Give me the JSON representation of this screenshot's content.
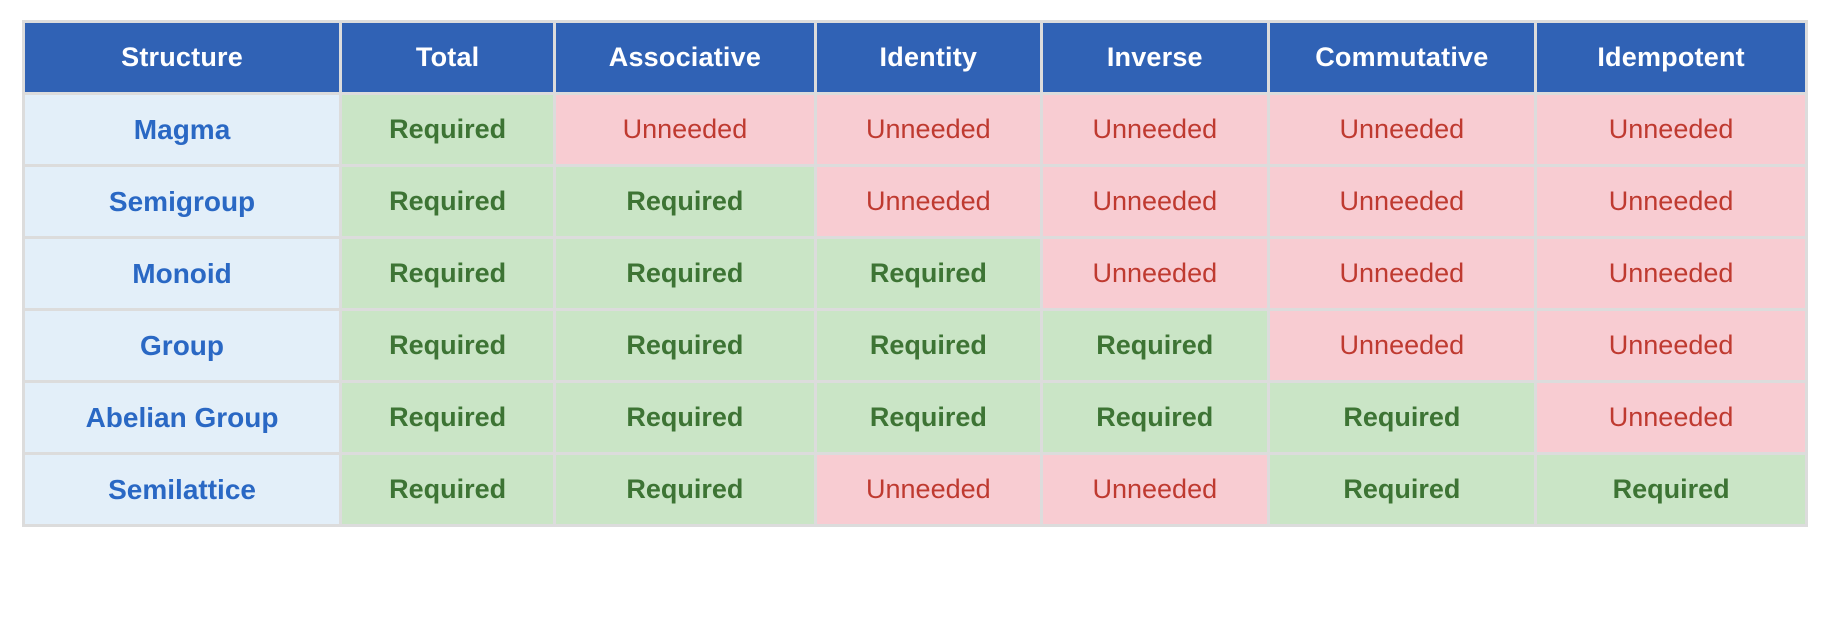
{
  "table": {
    "caption": "",
    "columns": [
      {
        "key": "structure",
        "label": "Structure"
      },
      {
        "key": "total",
        "label": "Total"
      },
      {
        "key": "associative",
        "label": "Associative"
      },
      {
        "key": "identity",
        "label": "Identity"
      },
      {
        "key": "inverse",
        "label": "Inverse"
      },
      {
        "key": "commutative",
        "label": "Commutative"
      },
      {
        "key": "idempotent",
        "label": "Idempotent"
      }
    ],
    "value_labels": {
      "required": "Required",
      "unneeded": "Unneeded"
    },
    "rows": [
      {
        "structure": "Magma",
        "cells": [
          "Required",
          "Unneeded",
          "Unneeded",
          "Unneeded",
          "Unneeded",
          "Unneeded"
        ]
      },
      {
        "structure": "Semigroup",
        "cells": [
          "Required",
          "Required",
          "Unneeded",
          "Unneeded",
          "Unneeded",
          "Unneeded"
        ]
      },
      {
        "structure": "Monoid",
        "cells": [
          "Required",
          "Required",
          "Required",
          "Unneeded",
          "Unneeded",
          "Unneeded"
        ]
      },
      {
        "structure": "Group",
        "cells": [
          "Required",
          "Required",
          "Required",
          "Required",
          "Unneeded",
          "Unneeded"
        ]
      },
      {
        "structure": "Abelian Group",
        "cells": [
          "Required",
          "Required",
          "Required",
          "Required",
          "Required",
          "Unneeded"
        ]
      },
      {
        "structure": "Semilattice",
        "cells": [
          "Required",
          "Required",
          "Unneeded",
          "Unneeded",
          "Required",
          "Required"
        ]
      }
    ]
  },
  "colors": {
    "header_background": "#3062b5",
    "header_text": "#ffffff",
    "structure_background": "#e3eff9",
    "structure_text": "#2a68c4",
    "required_background": "#cae5c6",
    "required_text": "#3d7434",
    "unneeded_background": "#f8ccd2",
    "unneeded_text": "#bf3a30",
    "grid_line": "#dcdcdc",
    "page_background": "#ffffff"
  }
}
